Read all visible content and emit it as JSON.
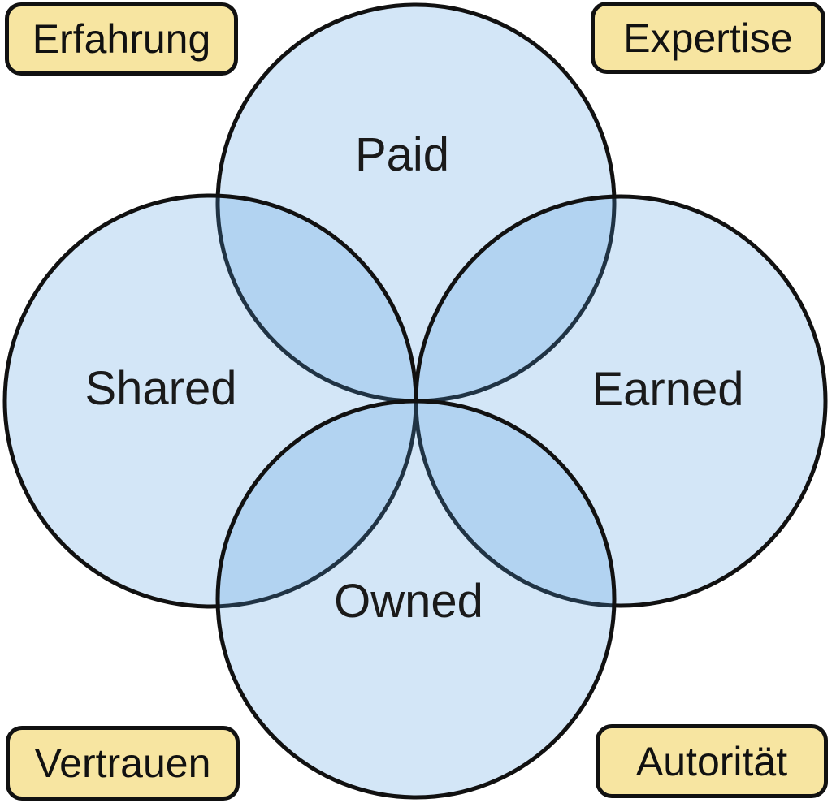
{
  "colors": {
    "background": "#FFFFFF",
    "circle_fill": "#4F9BE0",
    "circle_fill_opacity": "0.25",
    "circle_single_visible": "#D3E6F7",
    "circle_overlap_visible": "#B2D8F1",
    "circle_stroke": "#111111",
    "badge_fill": "#F7E5A1",
    "badge_border": "#111111",
    "text": "#1A1A1A"
  },
  "venn": {
    "circles": [
      {
        "id": "paid",
        "label": "Paid"
      },
      {
        "id": "shared",
        "label": "Shared"
      },
      {
        "id": "earned",
        "label": "Earned"
      },
      {
        "id": "owned",
        "label": "Owned"
      }
    ]
  },
  "corner_labels": {
    "top_left": "Erfahrung",
    "top_right": "Expertise",
    "bottom_left": "Vertrauen",
    "bottom_right": "Autorität"
  }
}
